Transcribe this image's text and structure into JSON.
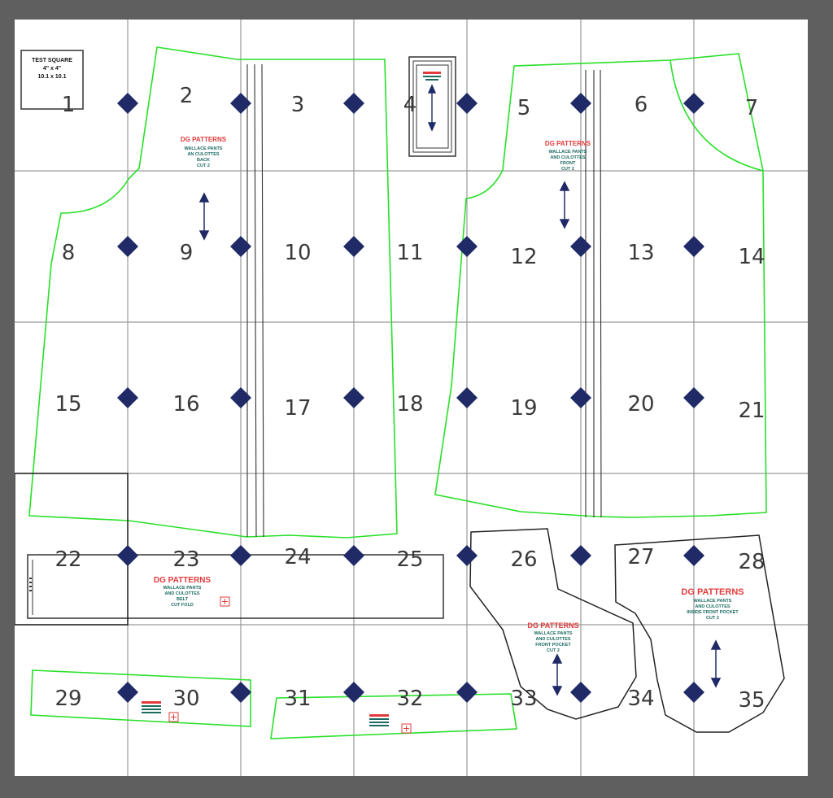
{
  "colors": {
    "background": "#5f5f5f",
    "sheet": "#ffffff",
    "grid": "#9a9a9a",
    "outline_green": "#28e028",
    "outline_black": "#222222",
    "diamond": "#1f2a66",
    "brand": "#e23b3b",
    "info": "#1c6b62"
  },
  "test_square": {
    "title": "TEST SQUARE",
    "line1": "4\" x 4\"",
    "line2": "10.1 x 10.1"
  },
  "page_numbers": [
    "1",
    "2",
    "3",
    "4",
    "5",
    "6",
    "7",
    "8",
    "9",
    "10",
    "11",
    "12",
    "13",
    "14",
    "15",
    "16",
    "17",
    "18",
    "19",
    "20",
    "21",
    "22",
    "23",
    "24",
    "25",
    "26",
    "27",
    "28",
    "29",
    "30",
    "31",
    "32",
    "33",
    "34",
    "35"
  ],
  "pieces": {
    "back": {
      "brand": "DG PATTERNS",
      "lines": [
        "WALLACE PANTS",
        "AN CULOTTES",
        "BACK",
        "CUT 2"
      ]
    },
    "front": {
      "brand": "DG PATTERNS",
      "lines": [
        "WALLACE PANTS",
        "AND CULOTTES",
        "FRONT",
        "CUT 2"
      ]
    },
    "belt": {
      "brand": "DG PATTERNS",
      "lines": [
        "WALLACE PANTS",
        "AND CULOTTES",
        "BELT",
        "CUT FOLD"
      ]
    },
    "front_pocket": {
      "brand": "DG PATTERNS",
      "lines": [
        "WALLACE PANTS",
        "AND CULOTTES",
        "FRONT POCKET",
        "CUT 2"
      ]
    },
    "inside_front_pocket": {
      "brand": "DG PATTERNS",
      "lines": [
        "WALLACE PANTS",
        "AND CULOTTES",
        "INSIDE FRONT POCKET",
        "CUT 2"
      ]
    }
  }
}
